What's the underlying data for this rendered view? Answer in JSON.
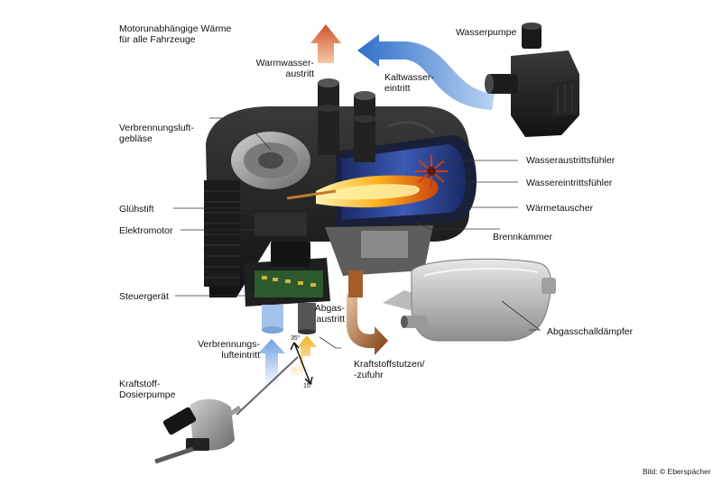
{
  "intro": "Motorunabhängige Wärme\nfür alle Fahrzeuge",
  "labels": {
    "warmwasser": "Warmwasser-\naustritt",
    "kaltwasser": "Kaltwasser-\neintritt",
    "wasserpumpe": "Wasserpumpe",
    "verbrennungsluftgeblaese": "Verbrennungsluft-\ngebläse",
    "wasseraustrittsfuehler": "Wasseraustrittsfühler",
    "wassereintrittsfuehler": "Wassereintrittsfühler",
    "waermetauscher": "Wärmetauscher",
    "gluehstift": "Glühstift",
    "elektromotor": "Elektromotor",
    "brennkammer": "Brennkammer",
    "steuergeraet": "Steuergerät",
    "abgasaustritt": "Abgas-\naustritt",
    "abgasschalldaempfer": "Abgasschalldämpfer",
    "verbrennungslufteintritt": "Verbrennungs-\nlufteintritt",
    "kraftstoffstutzen": "Kraftstoffstutzen/\n-zufuhr",
    "kraftstoffdosierpumpe": "Kraftstoff-\nDosierpumpe",
    "angle_35": "35°",
    "angle_15": "15°"
  },
  "credit": "Bild: © Eberspächer",
  "colors": {
    "hot_arrow": "#d2522a",
    "cold_arrow": "#3a7ccf",
    "air_arrow": "#8fb8e8",
    "exhaust_arrow": "#8a4a1c",
    "fuel_arrow": "#f0b429",
    "flame": "#ff9a1a",
    "housing": "#2a2a2a"
  }
}
